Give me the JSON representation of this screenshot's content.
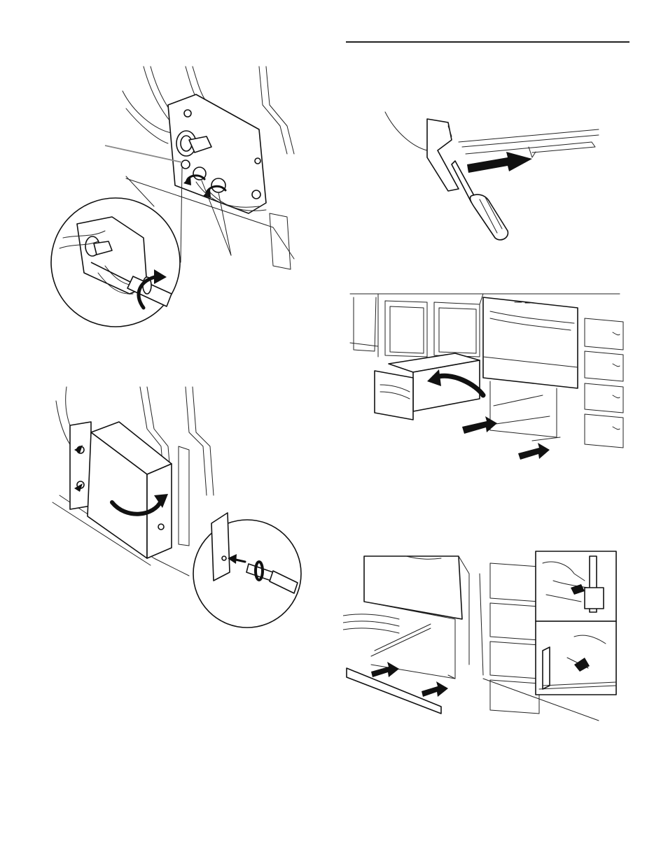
{
  "page": {
    "figures": [
      {
        "id": "fig-terminal-block",
        "icon": "terminal-block-illustration"
      },
      {
        "id": "fig-cover-screw",
        "icon": "cover-screw-illustration"
      },
      {
        "id": "fig-screwdriver-release",
        "icon": "screwdriver-release-illustration"
      },
      {
        "id": "fig-drawer-removal",
        "icon": "drawer-removal-illustration"
      },
      {
        "id": "fig-toekick-install",
        "icon": "toekick-install-illustration"
      }
    ]
  }
}
